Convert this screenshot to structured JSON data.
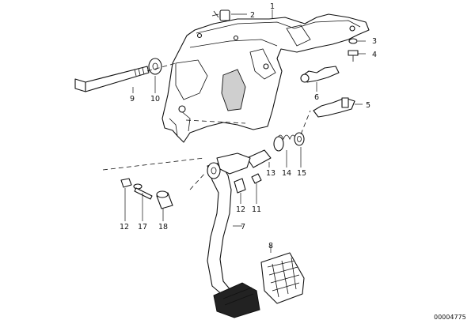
{
  "diagram": {
    "reference_number": "00004775",
    "callouts": {
      "c1": "1",
      "c2": "2",
      "c3": "3",
      "c4": "4",
      "c5": "5",
      "c6": "6",
      "c7": "7",
      "c8": "8",
      "c9": "9",
      "c10": "10",
      "c11": "11",
      "c12a": "12",
      "c12b": "12",
      "c13": "13",
      "c14": "14",
      "c15": "15",
      "c17": "17",
      "c18": "18"
    },
    "colors": {
      "line": "#111111",
      "background": "#ffffff",
      "shade": "#cfcfcf"
    }
  }
}
